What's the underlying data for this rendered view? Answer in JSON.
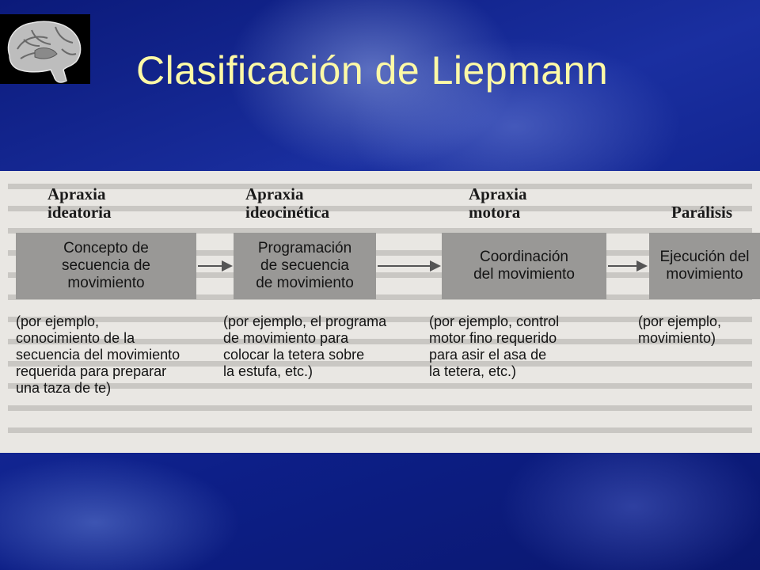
{
  "slide": {
    "title": "Clasificación de Liepmann"
  },
  "diagram": {
    "stages": [
      {
        "label": "Apraxia\nideatoria",
        "box": "Concepto de\nsecuencia de\nmovimiento",
        "example": "(por ejemplo,\nconocimiento de la\nsecuencia del movimiento\nrequerida para preparar\nuna taza de te)"
      },
      {
        "label": "Apraxia\nideocinética",
        "box": "Programación\nde secuencia\nde movimiento",
        "example": "(por ejemplo, el programa\nde movimiento para\ncolocar la tetera sobre\nla estufa, etc.)"
      },
      {
        "label": "Apraxia\nmotora",
        "box": "Coordinación\ndel movimiento",
        "example": "(por ejemplo, control\nmotor fino requerido\npara asir el asa de\nla tetera, etc.)"
      },
      {
        "label": "Parálisis",
        "box": "Ejecución del\nmovimiento",
        "example": "(por ejemplo,\nmovimiento)"
      }
    ]
  },
  "colors": {
    "title": "#fdf9a6",
    "box_fill": "#999896",
    "panel": "#e9e7e3"
  },
  "icons": {
    "logo": "brain-sagittal-icon"
  }
}
